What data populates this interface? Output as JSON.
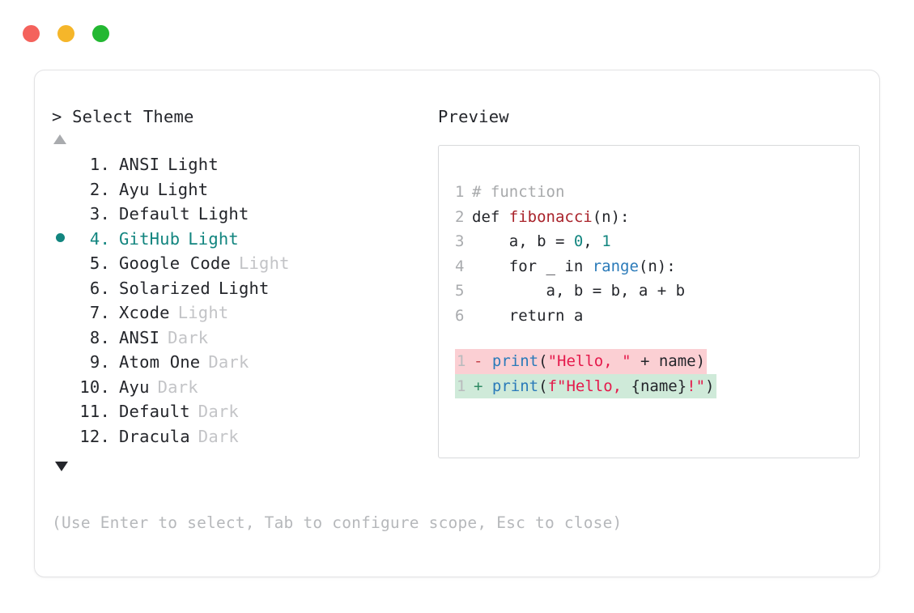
{
  "window": {
    "dots": [
      {
        "name": "close",
        "color": "#f4625c"
      },
      {
        "name": "minimize",
        "color": "#f5b62a"
      },
      {
        "name": "maximize",
        "color": "#23b832"
      }
    ]
  },
  "prompt": {
    "caret": ">",
    "label": "Select Theme"
  },
  "scroll": {
    "up_indicator": "▲",
    "down_indicator": "▼"
  },
  "list": {
    "selected_index": 4,
    "items": [
      {
        "index": "1.",
        "name": "ANSI",
        "variant": "Light",
        "variant_muted": false,
        "selected": false
      },
      {
        "index": "2.",
        "name": "Ayu",
        "variant": "Light",
        "variant_muted": false,
        "selected": false
      },
      {
        "index": "3.",
        "name": "Default",
        "variant": "Light",
        "variant_muted": false,
        "selected": false
      },
      {
        "index": "4.",
        "name": "GitHub",
        "variant": "Light",
        "variant_muted": false,
        "selected": true
      },
      {
        "index": "5.",
        "name": "Google Code",
        "variant": "Light",
        "variant_muted": true,
        "selected": false
      },
      {
        "index": "6.",
        "name": "Solarized",
        "variant": "Light",
        "variant_muted": false,
        "selected": false
      },
      {
        "index": "7.",
        "name": "Xcode",
        "variant": "Light",
        "variant_muted": true,
        "selected": false
      },
      {
        "index": "8.",
        "name": "ANSI",
        "variant": "Dark",
        "variant_muted": true,
        "selected": false
      },
      {
        "index": "9.",
        "name": "Atom One",
        "variant": "Dark",
        "variant_muted": true,
        "selected": false
      },
      {
        "index": "10.",
        "name": "Ayu",
        "variant": "Dark",
        "variant_muted": true,
        "selected": false
      },
      {
        "index": "11.",
        "name": "Default",
        "variant": "Dark",
        "variant_muted": true,
        "selected": false
      },
      {
        "index": "12.",
        "name": "Dracula",
        "variant": "Dark",
        "variant_muted": true,
        "selected": false
      }
    ]
  },
  "preview": {
    "title": "Preview",
    "code_lines": [
      {
        "number": "1",
        "tokens": [
          {
            "text": "# function",
            "type": "comment"
          }
        ]
      },
      {
        "number": "2",
        "tokens": [
          {
            "text": "def ",
            "type": "keyword"
          },
          {
            "text": "fibonacci",
            "type": "fn"
          },
          {
            "text": "(n):",
            "type": "plain"
          }
        ]
      },
      {
        "number": "3",
        "tokens": [
          {
            "text": "    a, b = ",
            "type": "plain"
          },
          {
            "text": "0",
            "type": "num"
          },
          {
            "text": ", ",
            "type": "plain"
          },
          {
            "text": "1",
            "type": "num"
          }
        ]
      },
      {
        "number": "4",
        "tokens": [
          {
            "text": "    for _ in ",
            "type": "plain"
          },
          {
            "text": "range",
            "type": "builtin"
          },
          {
            "text": "(n):",
            "type": "plain"
          }
        ]
      },
      {
        "number": "5",
        "tokens": [
          {
            "text": "        a, b = b, a + b",
            "type": "plain"
          }
        ]
      },
      {
        "number": "6",
        "tokens": [
          {
            "text": "    return a",
            "type": "plain"
          }
        ]
      }
    ],
    "diff_lines": [
      {
        "number": "1",
        "sign": "-",
        "kind": "del",
        "tokens": [
          {
            "text": "print",
            "type": "print"
          },
          {
            "text": "(",
            "type": "plain"
          },
          {
            "text": "\"Hello, \"",
            "type": "string"
          },
          {
            "text": " + name)",
            "type": "plain"
          }
        ]
      },
      {
        "number": "1",
        "sign": "+",
        "kind": "add",
        "tokens": [
          {
            "text": "print",
            "type": "print"
          },
          {
            "text": "(",
            "type": "plain"
          },
          {
            "text": "f\"Hello, ",
            "type": "string"
          },
          {
            "text": "{name}",
            "type": "plain"
          },
          {
            "text": "!\"",
            "type": "string"
          },
          {
            "text": ")",
            "type": "plain"
          }
        ]
      }
    ]
  },
  "footer": {
    "hint": "(Use Enter to select, Tab to configure scope, Esc to close)"
  },
  "colors": {
    "accent_teal": "#12857f",
    "muted_text": "#c3c4c7",
    "body_text": "#24262b",
    "diff_del_bg": "#fbcfd3",
    "diff_add_bg": "#cfead9"
  }
}
